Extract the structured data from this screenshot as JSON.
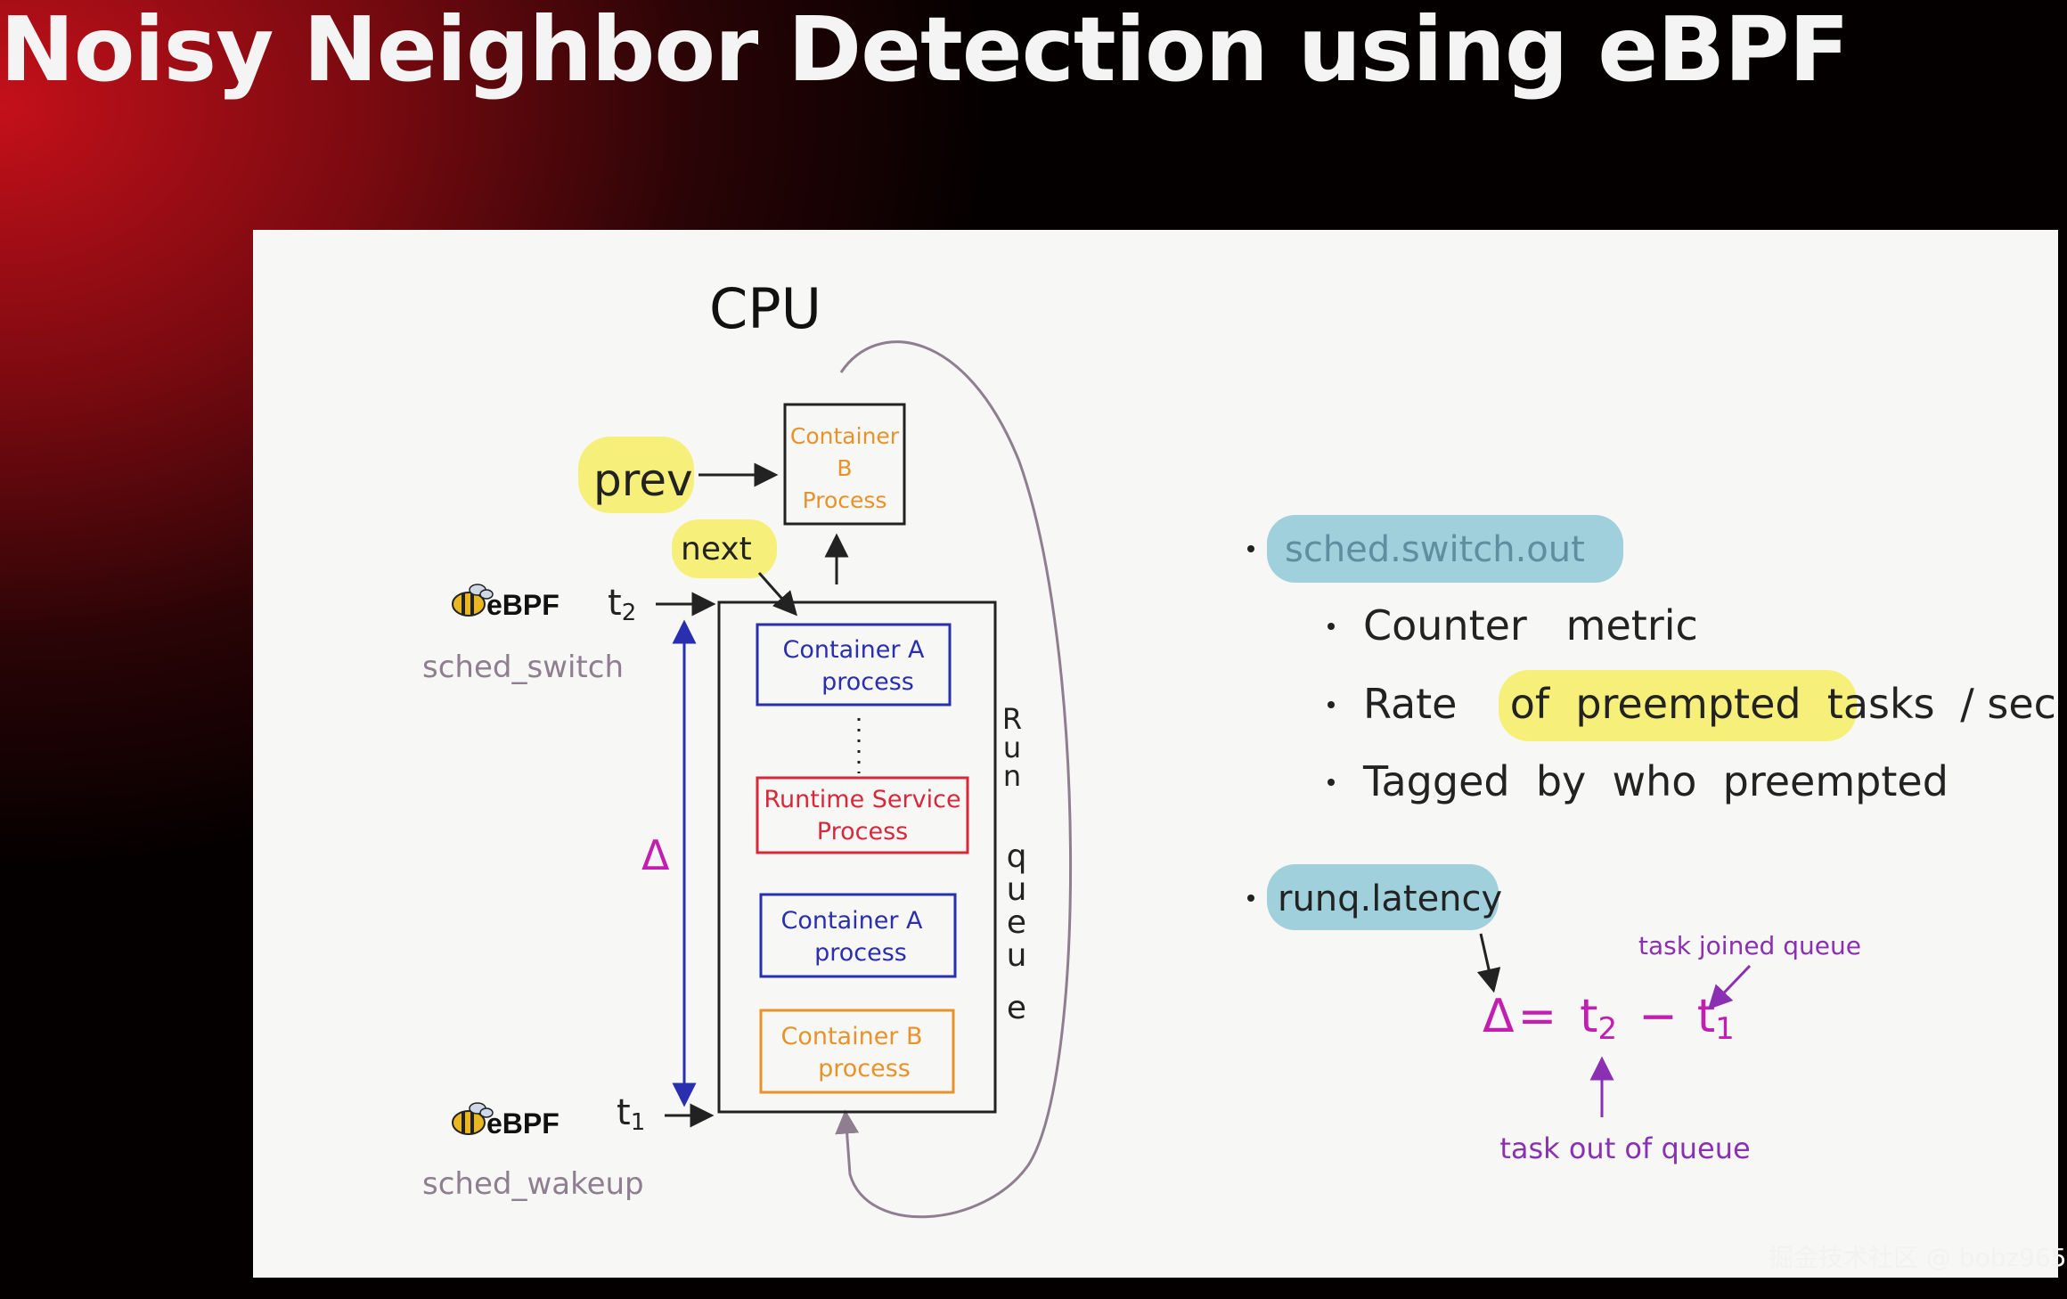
{
  "title": "Noisy Neighbor Detection using eBPF",
  "diagram": {
    "cpu_label": "CPU",
    "cpu_box": {
      "line1": "Container",
      "line2": "B",
      "line3": "Process"
    },
    "prev_label": "prev",
    "next_label": "next",
    "run_queue_letters": [
      "R",
      "u",
      "n",
      "q",
      "u",
      "e",
      "u",
      "e"
    ],
    "queue_items": [
      {
        "line1": "Container A",
        "line2": "process",
        "color": "#2a2fb0"
      },
      {
        "line1": "Runtime Service",
        "line2": "Process",
        "color": "#d8283a"
      },
      {
        "line1": "Container A",
        "line2": "process",
        "color": "#2a2fb0"
      },
      {
        "line1": "Container B",
        "line2": "process",
        "color": "#e8922a"
      }
    ],
    "ebpf_top": {
      "logo": "eBPF",
      "time": "t",
      "sub": "2",
      "hook": "sched_switch"
    },
    "ebpf_bottom": {
      "logo": "eBPF",
      "time": "t",
      "sub": "1",
      "hook": "sched_wakeup"
    },
    "delta": "Δ"
  },
  "notes": {
    "metric1": {
      "name": "sched.switch.out",
      "bullets": [
        {
          "text": "Counter   metric"
        },
        {
          "pre": "Rate  ",
          "highlight": "of  preempted  tasks",
          "post": " / sec"
        },
        {
          "text": "Tagged  by  who  preempted"
        }
      ]
    },
    "metric2": {
      "name": "runq.latency",
      "formula": {
        "delta": "Δ",
        "eq": "=",
        "a": "t",
        "a_sub": "2",
        "minus": "−",
        "b": "t",
        "b_sub": "1"
      },
      "label_joined": "task joined queue",
      "label_out": "task out of queue"
    }
  },
  "watermark": "掘金技术社区 @ bobz965",
  "colors": {
    "highlight_yellow": "#f6f07a",
    "highlight_blue": "#9fd0dc",
    "purple": "#8b2fb3",
    "magenta": "#c21fb0",
    "blue": "#2a2fb0",
    "red": "#d8283a",
    "orange": "#e8922a",
    "grey": "#8e7e90"
  }
}
